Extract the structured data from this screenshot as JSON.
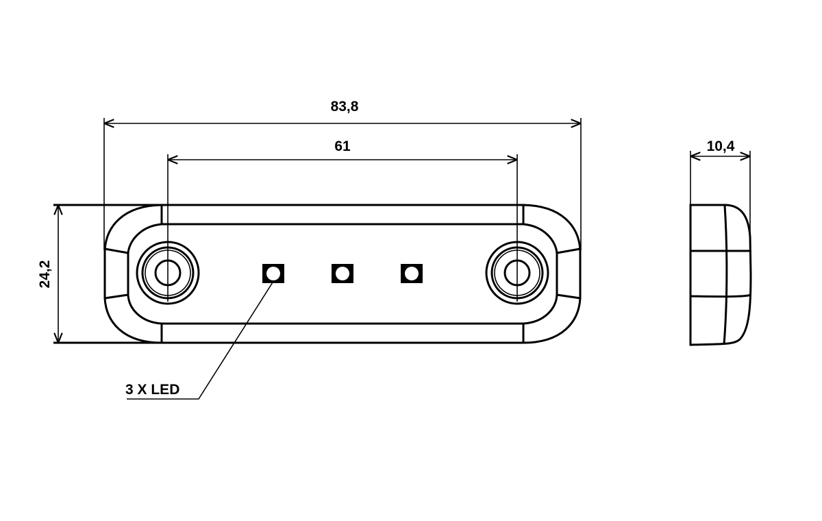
{
  "dimensions": {
    "overall_length": "83,8",
    "hole_spacing": "61",
    "height": "24,2",
    "depth": "10,4"
  },
  "callout": "3 X LED",
  "led_count": 3
}
